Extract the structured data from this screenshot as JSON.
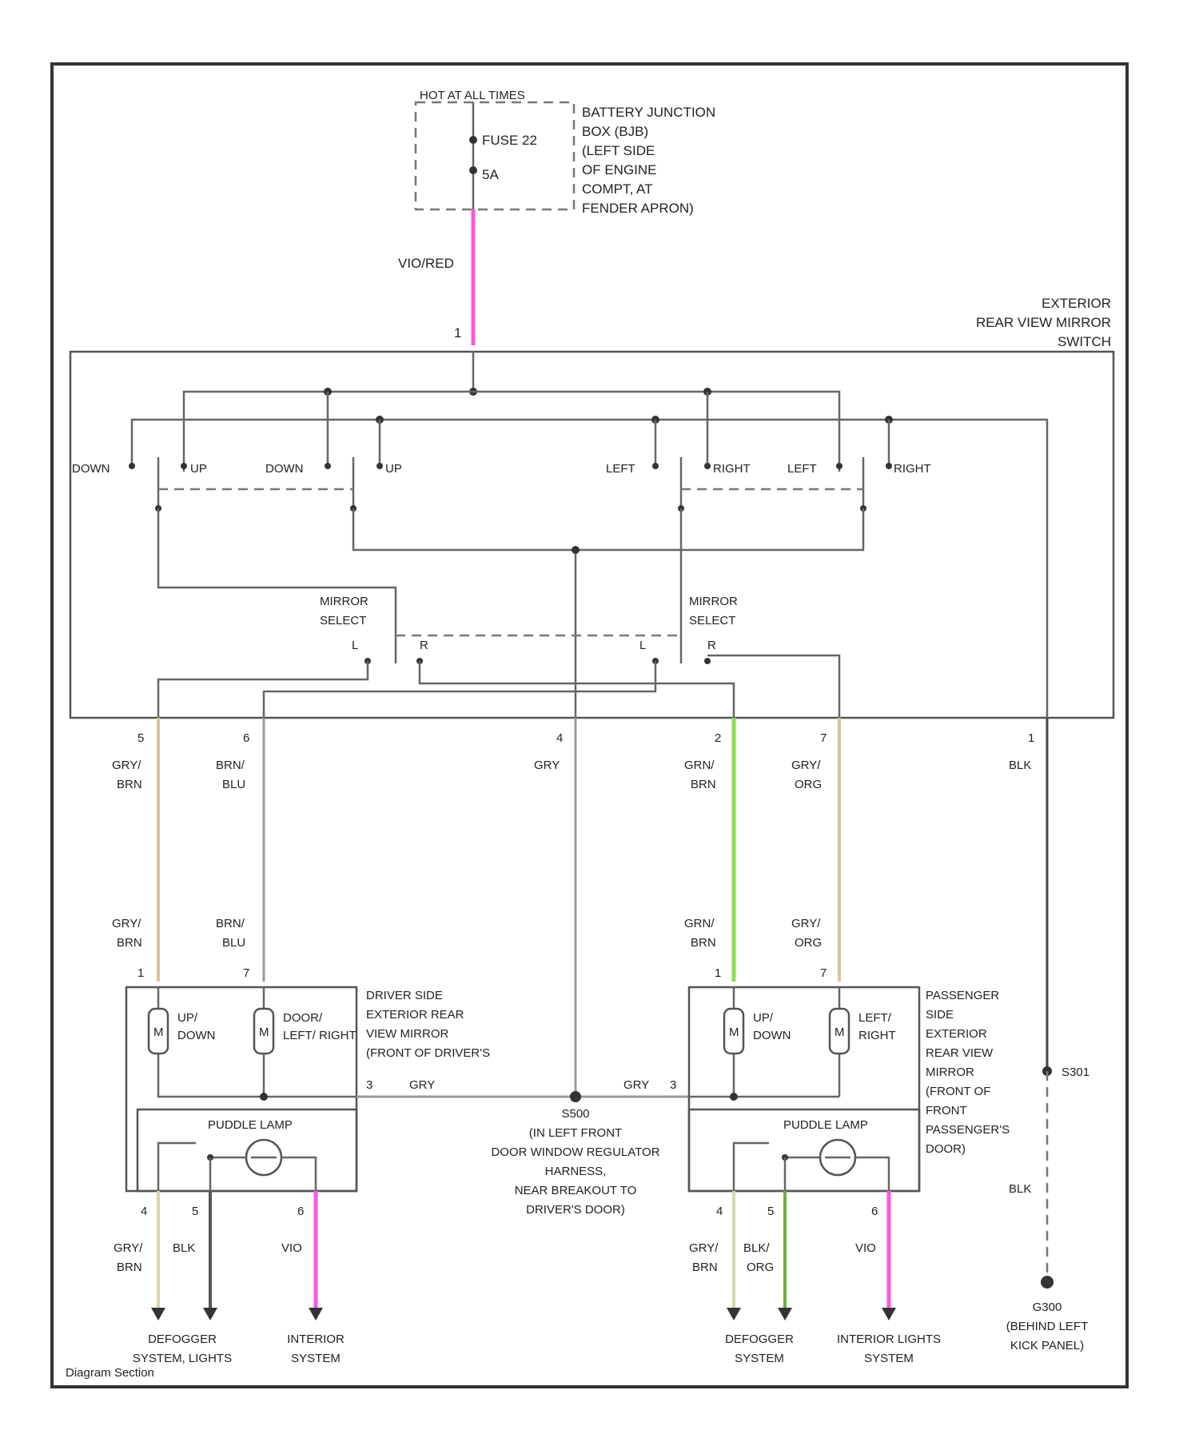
{
  "colors": {
    "violet_red": "#ff55dd",
    "green": "#8ee04a",
    "tan": "#d8c49a",
    "gray_wire": "#999999",
    "dark_wire": "#444444",
    "olive": "#6fae45"
  },
  "top": {
    "hot_label": "HOT AT ALL TIMES",
    "fuse_label": "FUSE 22",
    "fuse_amps": "5A",
    "bjb_lines": [
      "BATTERY JUNCTION",
      "BOX (BJB)",
      "(LEFT SIDE",
      "OF ENGINE",
      "COMPT, AT",
      "FENDER APRON)"
    ],
    "feed_wire": "VIO/RED"
  },
  "switch": {
    "title_lines": [
      "EXTERIOR",
      "REAR VIEW MIRROR",
      "SWITCH"
    ],
    "pin_top": "1",
    "contacts": [
      "DOWN",
      "UP",
      "DOWN",
      "UP",
      "LEFT",
      "RIGHT",
      "LEFT",
      "RIGHT"
    ],
    "select_left": [
      "MIRROR",
      "SELECT"
    ],
    "select_right": [
      "MIRROR",
      "SELECT"
    ],
    "lr": [
      "L",
      "R",
      "L",
      "R"
    ]
  },
  "bottom_pins": [
    {
      "pin": "5",
      "wire": [
        "GRY/",
        "BRN"
      ]
    },
    {
      "pin": "6",
      "wire": [
        "BRN/",
        "BLU"
      ]
    },
    {
      "pin": "4",
      "wire": [
        "GRY"
      ]
    },
    {
      "pin": "2",
      "wire": [
        "GRN/",
        "BRN"
      ]
    },
    {
      "pin": "7",
      "wire": [
        "GRY/",
        "ORG"
      ]
    },
    {
      "pin": "1",
      "wire": [
        "BLK"
      ]
    }
  ],
  "mid_wires": [
    {
      "wire": [
        "GRY/",
        "BRN"
      ]
    },
    {
      "wire": [
        "BRN/",
        "BLU"
      ]
    },
    {
      "wire": [
        "GRN/",
        "BRN"
      ]
    },
    {
      "wire": [
        "GRY/",
        "ORG"
      ]
    }
  ],
  "driver_mirror": {
    "pins": [
      "1",
      "7"
    ],
    "motor1": [
      "UP/",
      "DOWN"
    ],
    "motor2": [
      "DOOR/",
      "LEFT/ RIGHT"
    ],
    "title_lines": [
      "DRIVER SIDE",
      "EXTERIOR REAR",
      "VIEW MIRROR",
      "(FRONT OF DRIVER'S"
    ],
    "gnd_pin": "3",
    "gnd_wire": "GRY",
    "puddle": "PUDDLE LAMP",
    "lower_pins": [
      "4",
      "5",
      "6"
    ],
    "lower_wires": [
      [
        "GRY/",
        "BRN"
      ],
      [
        "BLK"
      ],
      [
        "VIO"
      ]
    ]
  },
  "passenger_mirror": {
    "pins": [
      "1",
      "7"
    ],
    "motor1": [
      "UP/",
      "DOWN"
    ],
    "motor2": [
      "LEFT/",
      "RIGHT"
    ],
    "title_lines": [
      "PASSENGER",
      "SIDE",
      "EXTERIOR",
      "REAR VIEW",
      "MIRROR",
      "(FRONT OF",
      "FRONT",
      "PASSENGER'S",
      "DOOR)"
    ],
    "gnd_pin": "3",
    "gnd_wire": "GRY",
    "puddle": "PUDDLE LAMP",
    "lower_pins": [
      "4",
      "5",
      "6"
    ],
    "lower_wires": [
      [
        "GRY/",
        "BRN"
      ],
      [
        "BLK/",
        "ORG"
      ],
      [
        "VIO"
      ]
    ]
  },
  "splice": {
    "name": "S500",
    "lines": [
      "(IN LEFT FRONT",
      "DOOR WINDOW REGULATOR",
      "HARNESS,",
      "NEAR BREAKOUT TO",
      "DRIVER'S DOOR)"
    ]
  },
  "ground": {
    "splice": "S301",
    "wire": "BLK",
    "lines": [
      "G300",
      "(BEHIND LEFT",
      "KICK PANEL)"
    ]
  },
  "destinations": [
    {
      "lines": [
        "DEFOGGER",
        "SYSTEM, LIGHTS"
      ]
    },
    {
      "lines": [
        "INTERIOR",
        "SYSTEM"
      ]
    },
    {
      "lines": [
        "DEFOGGER",
        "SYSTEM"
      ]
    },
    {
      "lines": [
        "INTERIOR LIGHTS",
        "SYSTEM"
      ]
    }
  ],
  "footer": "Diagram Section"
}
